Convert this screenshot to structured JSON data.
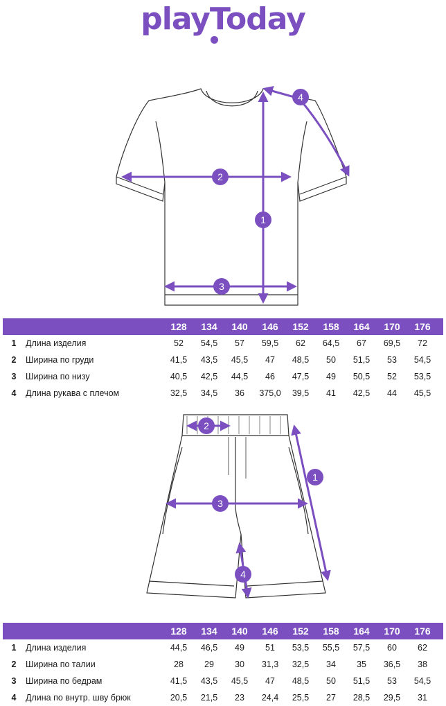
{
  "brand": {
    "logo_text": "playToday"
  },
  "sizes": [
    "128",
    "134",
    "140",
    "146",
    "152",
    "158",
    "164",
    "170",
    "176"
  ],
  "tshirt": {
    "badges": [
      "1",
      "2",
      "3",
      "4"
    ],
    "rows": [
      {
        "num": "1",
        "label": "Длина изделия",
        "values": [
          "52",
          "54,5",
          "57",
          "59,5",
          "62",
          "64,5",
          "67",
          "69,5",
          "72"
        ]
      },
      {
        "num": "2",
        "label": "Ширина по груди",
        "values": [
          "41,5",
          "43,5",
          "45,5",
          "47",
          "48,5",
          "50",
          "51,5",
          "53",
          "54,5"
        ]
      },
      {
        "num": "3",
        "label": "Ширина по низу",
        "values": [
          "40,5",
          "42,5",
          "44,5",
          "46",
          "47,5",
          "49",
          "50,5",
          "52",
          "53,5"
        ]
      },
      {
        "num": "4",
        "label": "Длина рукава с плечом",
        "values": [
          "32,5",
          "34,5",
          "36",
          "375,0",
          "39,5",
          "41",
          "42,5",
          "44",
          "45,5"
        ]
      }
    ]
  },
  "shorts": {
    "badges": [
      "1",
      "2",
      "3",
      "4"
    ],
    "rows": [
      {
        "num": "1",
        "label": "Длина изделия",
        "values": [
          "44,5",
          "46,5",
          "49",
          "51",
          "53,5",
          "55,5",
          "57,5",
          "60",
          "62"
        ]
      },
      {
        "num": "2",
        "label": "Ширина по талии",
        "values": [
          "28",
          "29",
          "30",
          "31,3",
          "32,5",
          "34",
          "35",
          "36,5",
          "38"
        ]
      },
      {
        "num": "3",
        "label": "Ширина по бедрам",
        "values": [
          "41,5",
          "43,5",
          "45,5",
          "47",
          "48,5",
          "50",
          "51,5",
          "53",
          "54,5"
        ]
      },
      {
        "num": "4",
        "label": "Длина по внутр. шву брюк",
        "values": [
          "20,5",
          "21,5",
          "23",
          "24,4",
          "25,5",
          "27",
          "28,5",
          "29,5",
          "31"
        ]
      }
    ]
  },
  "colors": {
    "accent": "#7b4fbf"
  }
}
